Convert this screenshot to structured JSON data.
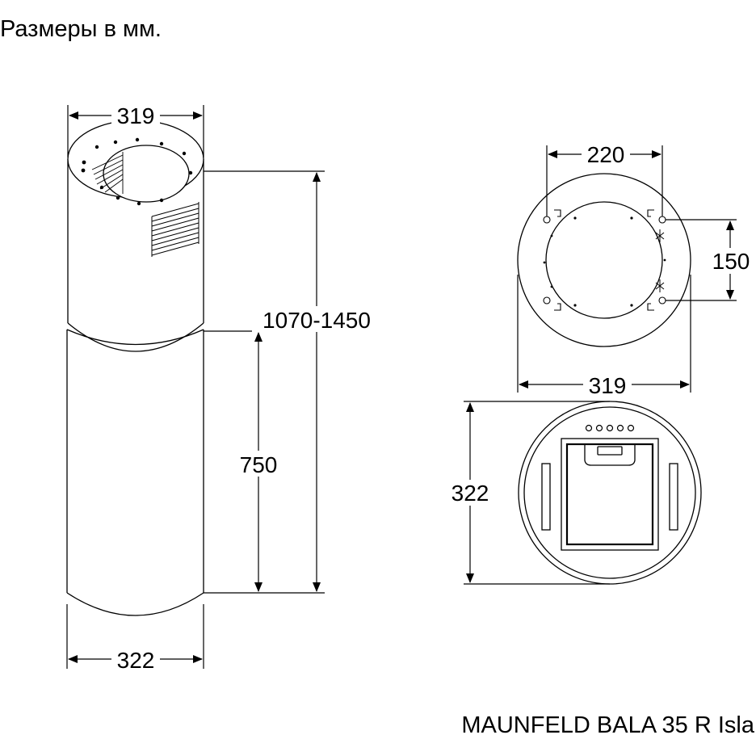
{
  "header": {
    "title": "Размеры в мм."
  },
  "footer": {
    "model": "MAUNFELD BALA 35 R Isla"
  },
  "dimensions": {
    "side_view": {
      "top_width": "319",
      "total_height": "1070-1450",
      "lower_height": "750",
      "bottom_width": "322"
    },
    "top_view": {
      "hole_spacing_width": "220",
      "hole_spacing_height": "150",
      "outer_diameter": "319"
    },
    "bottom_view": {
      "diameter": "322"
    }
  }
}
